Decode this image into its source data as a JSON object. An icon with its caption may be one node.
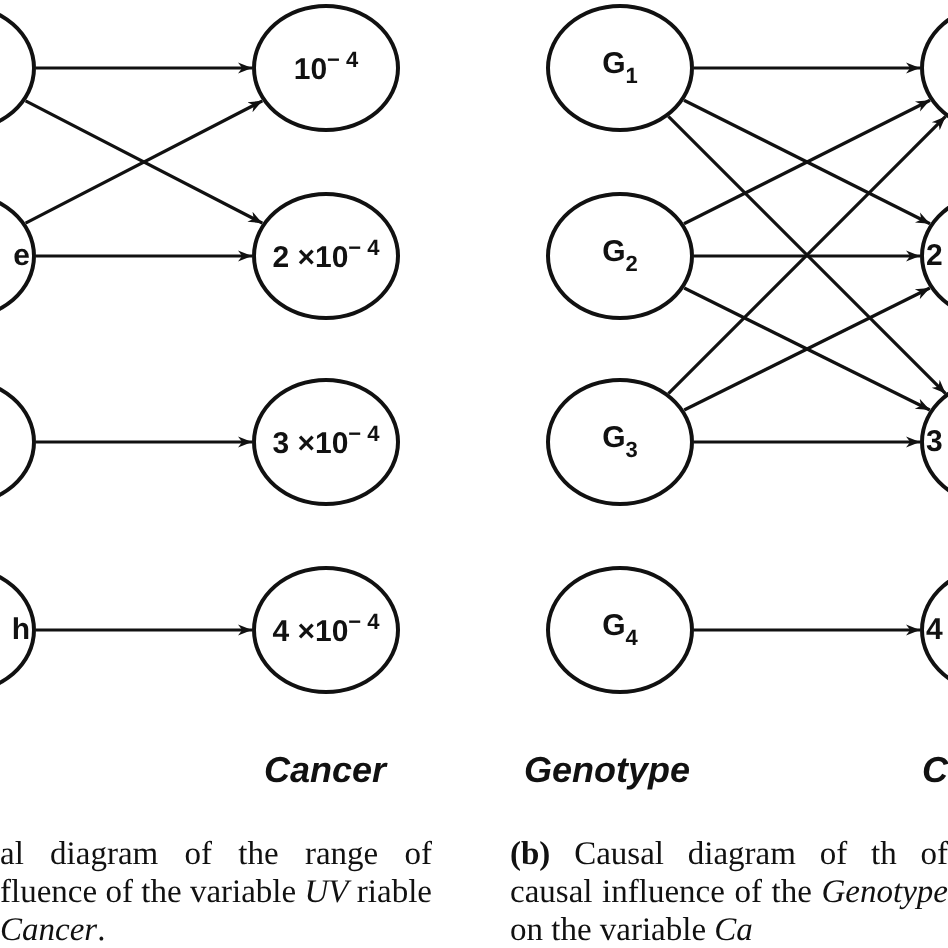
{
  "diagram": {
    "nodes": [
      {
        "text": [],
        "shape": "circle"
      },
      {
        "text": [
          "e"
        ]
      },
      {
        "text": [],
        "shape": "circle"
      },
      {
        "text": [
          "h"
        ]
      },
      {
        "text": [
          "10$^{− 4}$"
        ]
      },
      {
        "text": [
          "2 ×10$^{− 4}$"
        ]
      },
      {
        "text": [
          "3 ×10$^{− 4}$"
        ]
      },
      {
        "text": [
          "4 ×10$^{− 4}$"
        ]
      },
      {
        "text": [
          "G$_{1}$"
        ]
      },
      {
        "text": [
          "G$_{2}$"
        ]
      },
      {
        "text": [
          "G$_{3}$"
        ]
      },
      {
        "text": [
          "G$_{4}$"
        ]
      },
      {
        "text": [],
        "shape": "circle"
      },
      {
        "text": [
          "2"
        ]
      },
      {
        "text": [
          "3"
        ]
      },
      {
        "text": [
          "4"
        ]
      }
    ],
    "edges": [
      {
        "from": 0,
        "to": 4,
        "arrow": "to"
      },
      {
        "from": 0,
        "to": 5,
        "arrow": "to"
      },
      {
        "from": 1,
        "to": 4,
        "arrow": "to"
      },
      {
        "from": 1,
        "to": 5,
        "arrow": "to"
      },
      {
        "from": 2,
        "to": 6,
        "arrow": "to"
      },
      {
        "from": 3,
        "to": 7,
        "arrow": "to"
      },
      {
        "from": 8,
        "to": 12,
        "arrow": "to"
      },
      {
        "from": 8,
        "to": 13,
        "arrow": "to"
      },
      {
        "from": 8,
        "to": 14,
        "arrow": "to"
      },
      {
        "from": 9,
        "to": 12,
        "arrow": "to"
      },
      {
        "from": 9,
        "to": 13,
        "arrow": "to"
      },
      {
        "from": 9,
        "to": 14,
        "arrow": "to"
      },
      {
        "from": 10,
        "to": 12,
        "arrow": "to"
      },
      {
        "from": 10,
        "to": 13,
        "arrow": "to"
      },
      {
        "from": 10,
        "to": 14,
        "arrow": "to"
      },
      {
        "from": 11,
        "to": 15,
        "arrow": "to"
      }
    ],
    "labels": [
      "Cancer",
      "Genotype",
      "C",
      "al diagram of the range of fluence of the variable *UV* riable *Cancer*.",
      "**(b)** Causal diagram of th of causal influence of the *Genotype* on the variable *Ca*"
    ]
  }
}
